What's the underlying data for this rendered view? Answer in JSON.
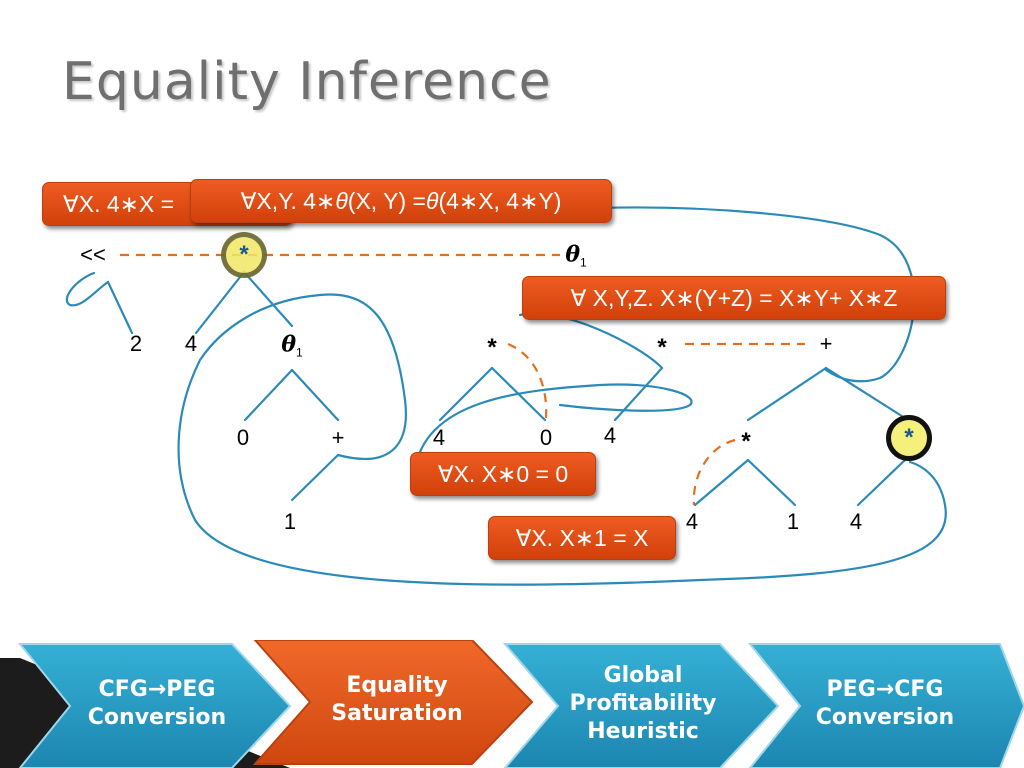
{
  "slide": {
    "title": "Equality Inference"
  },
  "rules": {
    "rule_1": "∀X. 4∗X = ",
    "rule_2_prefix": "∀X,Y. 4∗",
    "rule_2_theta_a": "θ",
    "rule_2_mid": "(X, Y) = ",
    "rule_2_theta_b": "θ",
    "rule_2_suffix": "(4∗X, 4∗Y)",
    "rule_3": "∀ X,Y,Z. X∗(Y+Z) = X∗Y+ X∗Z",
    "rule_4": "∀X. X∗0 = 0",
    "rule_5": "∀X. X∗1 = X"
  },
  "nodes": {
    "shift": "<<",
    "two": "2",
    "four_a": "4",
    "theta_top": "θ",
    "theta_top_sub": "1",
    "theta_mid": "θ",
    "theta_mid_sub": "1",
    "zero_a": "0",
    "plus_a": "+",
    "one_a": "1",
    "star_mid": "*",
    "four_b": "4",
    "zero_b": "0",
    "four_c": "4",
    "star_right": "*",
    "plus_b": "+",
    "star_low": "*",
    "four_d": "4",
    "one_b": "1",
    "four_e": "4",
    "circle_star_1": "*",
    "circle_star_2": "*"
  },
  "pipeline": {
    "steps": [
      {
        "label": "CFG→PEG\nConversion",
        "active": false
      },
      {
        "label": "Equality\nSaturation",
        "active": true
      },
      {
        "label": "Global\nProfitability\nHeuristic",
        "active": false
      },
      {
        "label": "PEG→CFG\nConversion",
        "active": false
      }
    ]
  },
  "colors": {
    "accent_orange": "#e0501a",
    "edge_blue": "#2a8ab8",
    "dash_orange": "#e07020",
    "pipeline_blue": "#2a9ec4",
    "highlight_yellow": "#f5f07c",
    "title_gray": "#6f6f6f"
  }
}
